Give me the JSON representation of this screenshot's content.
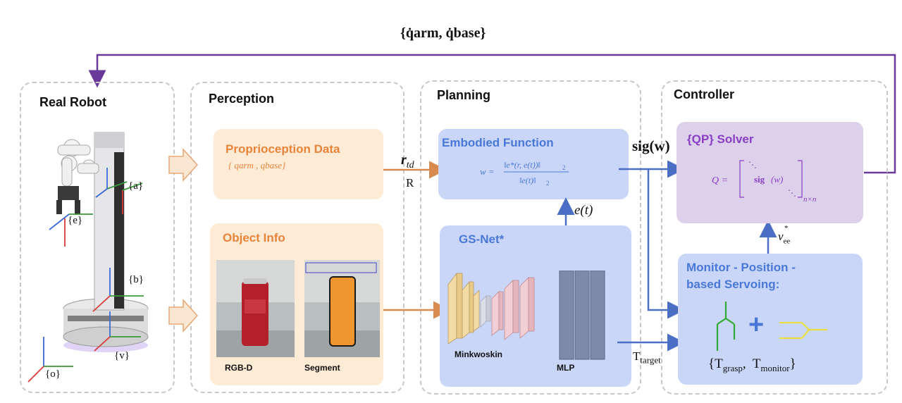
{
  "feedback_label": "{q̇arm, q̇base}",
  "panels": {
    "real_robot": "Real Robot",
    "perception": "Perception",
    "planning": "Planning",
    "controller": "Controller"
  },
  "robot_frames": {
    "a": "{a}",
    "e": "{e}",
    "b": "{b}",
    "v": "{v}",
    "o": "{o}"
  },
  "perception": {
    "proprio_title": "Proprioception Data",
    "proprio_sub": "{ qarm ,  qbase}",
    "object_title": "Object Info",
    "rgbd_label": "RGB-D",
    "segment_label": "Segment"
  },
  "planning": {
    "r_td": "r td",
    "R": "R",
    "embodied_title": "Embodied Function",
    "embodied_formula": "w = ‖e*(r, e(t))‖2 / ‖e(t)‖2",
    "e_t": "e(t)",
    "gsnet_title": "GS-Net*",
    "minkowski_label": "Minkwoskin",
    "mlp_label": "MLP",
    "t_target": "Ttarget"
  },
  "controller": {
    "sig_label": "sig(w)",
    "qp_title": "{QP} Solver",
    "qp_formula": "Q = [ sig(w) ] n×n",
    "v_ee": "v*ee",
    "monitor_title_1": "Monitor - Position -",
    "monitor_title_2": "based Servoing:",
    "plus": "+",
    "grasp_monitor": "{Tgrasp,  Tmonitor}"
  },
  "colors": {
    "orange_box": "#fdebd6",
    "orange_text": "#e8843a",
    "blue_box": "#c9d6f7",
    "blue_text": "#4a78d8",
    "purple_box": "#ddd0ea",
    "purple_text": "#8a3ec4",
    "arrow_blue": "#4a6fc4",
    "arrow_orange": "#d98a4e",
    "feedback_purple": "#6a3a9a"
  }
}
